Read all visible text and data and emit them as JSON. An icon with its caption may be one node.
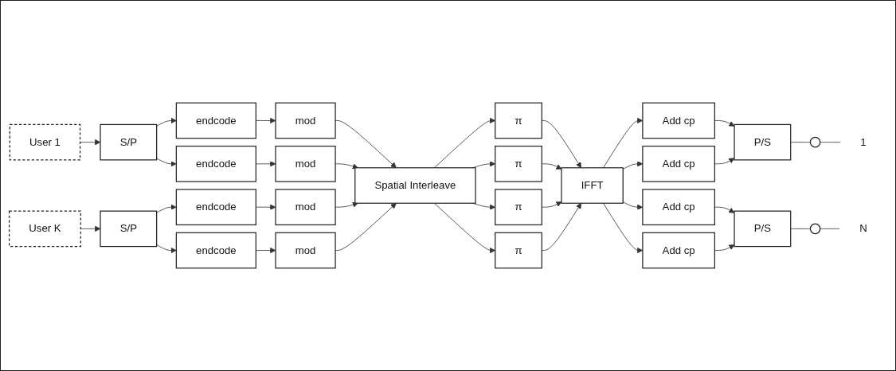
{
  "diagram": {
    "nodes": [
      {
        "text": [
          "User 1"
        ]
      },
      {
        "text": [
          "User K"
        ]
      },
      {
        "text": [
          "S/P"
        ]
      },
      {
        "text": [
          "S/P"
        ]
      },
      {
        "text": [
          "endcode"
        ]
      },
      {
        "text": [
          "endcode"
        ]
      },
      {
        "text": [
          "endcode"
        ]
      },
      {
        "text": [
          "endcode"
        ]
      },
      {
        "text": [
          "mod"
        ]
      },
      {
        "text": [
          "mod"
        ]
      },
      {
        "text": [
          "mod"
        ]
      },
      {
        "text": [
          "mod"
        ]
      },
      {
        "text": [
          "Spatial Interleave"
        ]
      },
      {
        "text": [
          "π"
        ]
      },
      {
        "text": [
          "π"
        ]
      },
      {
        "text": [
          "π"
        ]
      },
      {
        "text": [
          "π"
        ]
      },
      {
        "text": [
          "IFFT"
        ]
      },
      {
        "text": [
          "Add cp"
        ]
      },
      {
        "text": [
          "Add cp"
        ]
      },
      {
        "text": [
          "Add cp"
        ]
      },
      {
        "text": [
          "Add cp"
        ]
      },
      {
        "text": [
          "P/S"
        ]
      },
      {
        "text": [
          "P/S"
        ]
      },
      {
        "text": [],
        "shape": "circle"
      },
      {
        "text": [],
        "shape": "circle"
      },
      {
        "text": [
          "1"
        ]
      },
      {
        "text": [
          "N"
        ]
      }
    ],
    "edges": [
      {
        "from": 0,
        "to": 2,
        "arrow": "to"
      },
      {
        "from": 1,
        "to": 3,
        "arrow": "to"
      },
      {
        "from": 2,
        "to": 4,
        "arrow": "to"
      },
      {
        "from": 2,
        "to": 5,
        "arrow": "to"
      },
      {
        "from": 3,
        "to": 6,
        "arrow": "to"
      },
      {
        "from": 3,
        "to": 7,
        "arrow": "to"
      },
      {
        "from": 4,
        "to": 8,
        "arrow": "to"
      },
      {
        "from": 5,
        "to": 10,
        "arrow": "to"
      },
      {
        "from": 6,
        "to": 9,
        "arrow": "to"
      },
      {
        "from": 7,
        "to": 11,
        "arrow": "to"
      },
      {
        "from": 8,
        "to": 12,
        "arrow": "to"
      },
      {
        "from": 9,
        "to": 12,
        "arrow": "to"
      },
      {
        "from": 10,
        "to": 12,
        "arrow": "to"
      },
      {
        "from": 11,
        "to": 12,
        "arrow": "to"
      },
      {
        "from": 12,
        "to": 13,
        "arrow": "to"
      },
      {
        "from": 12,
        "to": 14,
        "arrow": "to"
      },
      {
        "from": 12,
        "to": 15,
        "arrow": "to"
      },
      {
        "from": 12,
        "to": 16,
        "arrow": "to"
      },
      {
        "from": 13,
        "to": 17,
        "arrow": "to"
      },
      {
        "from": 14,
        "to": 17,
        "arrow": "to"
      },
      {
        "from": 15,
        "to": 17,
        "arrow": "to"
      },
      {
        "from": 16,
        "to": 17,
        "arrow": "to"
      },
      {
        "from": 17,
        "to": 18,
        "arrow": "to"
      },
      {
        "from": 17,
        "to": 19,
        "arrow": "to"
      },
      {
        "from": 17,
        "to": 20,
        "arrow": "to"
      },
      {
        "from": 17,
        "to": 21,
        "arrow": "to"
      },
      {
        "from": 18,
        "to": 22,
        "arrow": "to"
      },
      {
        "from": 19,
        "to": 22,
        "arrow": "to"
      },
      {
        "from": 20,
        "to": 23,
        "arrow": "to"
      },
      {
        "from": 21,
        "to": 23,
        "arrow": "to"
      },
      {
        "from": 22,
        "to": 24,
        "arrow": "none"
      },
      {
        "from": 23,
        "to": 25,
        "arrow": "none"
      },
      {
        "from": 24,
        "to": 26,
        "arrow": "none"
      },
      {
        "from": 25,
        "to": 27,
        "arrow": "none"
      }
    ]
  }
}
